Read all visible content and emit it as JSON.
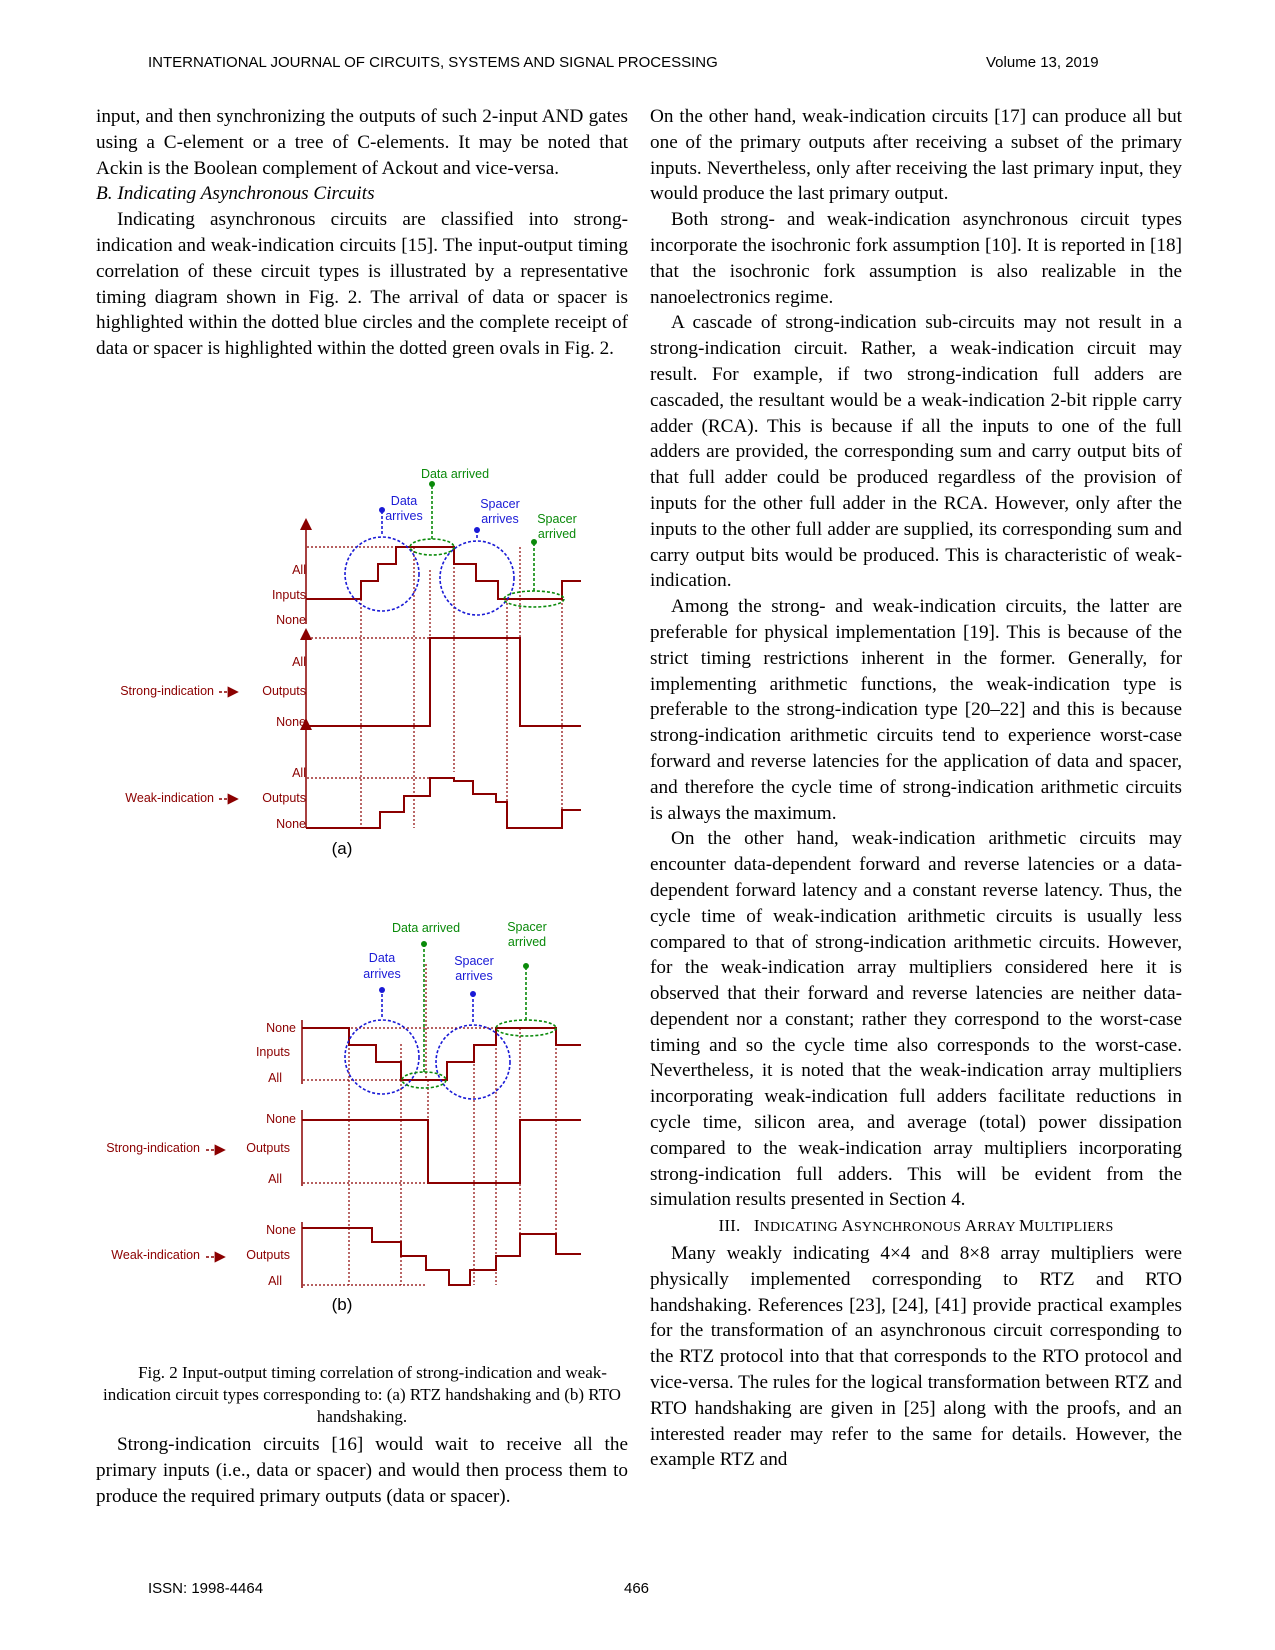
{
  "header": {
    "journal": "INTERNATIONAL JOURNAL OF CIRCUITS, SYSTEMS AND SIGNAL PROCESSING",
    "volume": "Volume 13, 2019"
  },
  "footer": {
    "issn": "ISSN: 1998-4464",
    "page": "466"
  },
  "left": {
    "p1": "input, and then synchronizing the outputs of such 2-input AND gates using a C-element or a tree of C-elements. It may be noted that Ackin is the Boolean complement of Ackout and vice-versa.",
    "subhead": "B.   Indicating Asynchronous Circuits",
    "p2": "Indicating asynchronous circuits are classified into strong-indication and weak-indication circuits [15]. The input-output timing correlation of these circuit types is illustrated by a representative timing diagram shown in Fig. 2. The arrival of data or spacer is highlighted within the dotted blue circles and the complete receipt of data or spacer is highlighted within the dotted green ovals in Fig. 2.",
    "caption": "Fig. 2 Input-output timing correlation of strong-indication and weak-indication circuit types corresponding to: (a) RTZ handshaking and (b) RTO handshaking.",
    "p3": "Strong-indication circuits [16] would wait to receive all the primary inputs (i.e., data or spacer) and would then process them to produce the required primary outputs (data or spacer)."
  },
  "right": {
    "p1": "On the other hand, weak-indication circuits [17] can produce all but one of the primary outputs after receiving a subset of the primary inputs. Nevertheless, only after receiving the last primary input, they would produce the last primary output.",
    "p2": "Both strong- and weak-indication asynchronous circuit types incorporate the isochronic fork assumption [10]. It is reported in [18] that the isochronic fork assumption is also realizable in the nanoelectronics regime.",
    "p3": "A cascade of strong-indication sub-circuits may not result in a strong-indication circuit. Rather, a weak-indication circuit may result. For example, if two strong-indication full adders are cascaded, the resultant would be a weak-indication 2-bit ripple carry adder (RCA). This is because if all the inputs to one of the full adders are provided, the corresponding sum and carry output bits of that full adder could be produced regardless of the provision of inputs for the other full adder in the RCA. However, only after the inputs to the other full adder are supplied, its corresponding sum and carry output bits would be produced. This is characteristic of weak-indication.",
    "p4": "Among the strong- and weak-indication circuits, the latter are preferable for physical implementation [19]. This is because of the strict timing restrictions inherent in the former. Generally, for implementing arithmetic functions, the weak-indication type is preferable to the strong-indication type [20–22] and this is because strong-indication arithmetic circuits tend to experience worst-case forward and reverse latencies for the application of data and spacer, and therefore the cycle time of strong-indication arithmetic circuits is always the maximum.",
    "p5": "On the other hand, weak-indication arithmetic circuits may encounter data-dependent forward and reverse latencies or a data-dependent forward latency and a constant reverse latency. Thus, the cycle time of weak-indication arithmetic circuits is usually less compared to that of strong-indication arithmetic circuits. However, for the weak-indication array multipliers considered here it is observed that their forward and reverse latencies are neither data-dependent nor a constant; rather they correspond to the worst-case timing and so the cycle time also corresponds to the worst-case. Nevertheless, it is noted that the weak-indication array multipliers incorporating weak-indication full adders facilitate reductions in cycle time, silicon area, and average (total) power dissipation compared to the weak-indication array multipliers incorporating strong-indication full adders. This will be evident from the simulation results presented in Section 4.",
    "sec_num": "III.",
    "sec_title_parts": [
      "I",
      "NDICATING ",
      "A",
      "SYNCHRONOUS ",
      "A",
      "RRAY ",
      "M",
      "ULTIPLIERS"
    ],
    "p6": "Many weakly indicating 4×4 and 8×8 array multipliers were physically implemented corresponding to RTZ and RTO handshaking. References [23], [24], [41] provide practical examples for the transformation of an asynchronous circuit corresponding to the RTZ protocol into that that corresponds to the RTO protocol and vice-versa. The rules for the logical transformation between RTZ and RTO handshaking are given in [25] along with the proofs, and an interested reader may refer to the same for details. However, the example RTZ and"
  },
  "figure": {
    "a": {
      "label": "(a)",
      "data_arrived": "Data arrived",
      "data_arrives_1": "Data",
      "data_arrives_2": "arrives",
      "spacer_arrives_1": "Spacer",
      "spacer_arrives_2": "arrives",
      "spacer_arrived_1": "Spacer",
      "spacer_arrived_2": "arrived",
      "inputs_top": "All",
      "inputs_mid": "Inputs",
      "inputs_bot": "None",
      "strong_top": "All",
      "strong_mid": "Outputs",
      "strong_bot": "None",
      "strong_label": "Strong-indication",
      "weak_top": "All",
      "weak_mid": "Outputs",
      "weak_bot": "None",
      "weak_label": "Weak-indication"
    },
    "b": {
      "label": "(b)",
      "data_arrived": "Data arrived",
      "data_arrives_1": "Data",
      "data_arrives_2": "arrives",
      "spacer_arrives_1": "Spacer",
      "spacer_arrives_2": "arrives",
      "spacer_arrived_1": "Spacer",
      "spacer_arrived_2": "arrived",
      "inputs_top": "None",
      "inputs_mid": "Inputs",
      "inputs_bot": "All",
      "strong_top": "None",
      "strong_mid": "Outputs",
      "strong_bot": "All",
      "strong_label": "Strong-indication",
      "weak_top": "None",
      "weak_mid": "Outputs",
      "weak_bot": "All",
      "weak_label": "Weak-indication"
    },
    "colors": {
      "signal": "#8b0000",
      "circle": "#1a1ad6",
      "oval": "#0a8a0a",
      "label": "#8b0000"
    }
  }
}
